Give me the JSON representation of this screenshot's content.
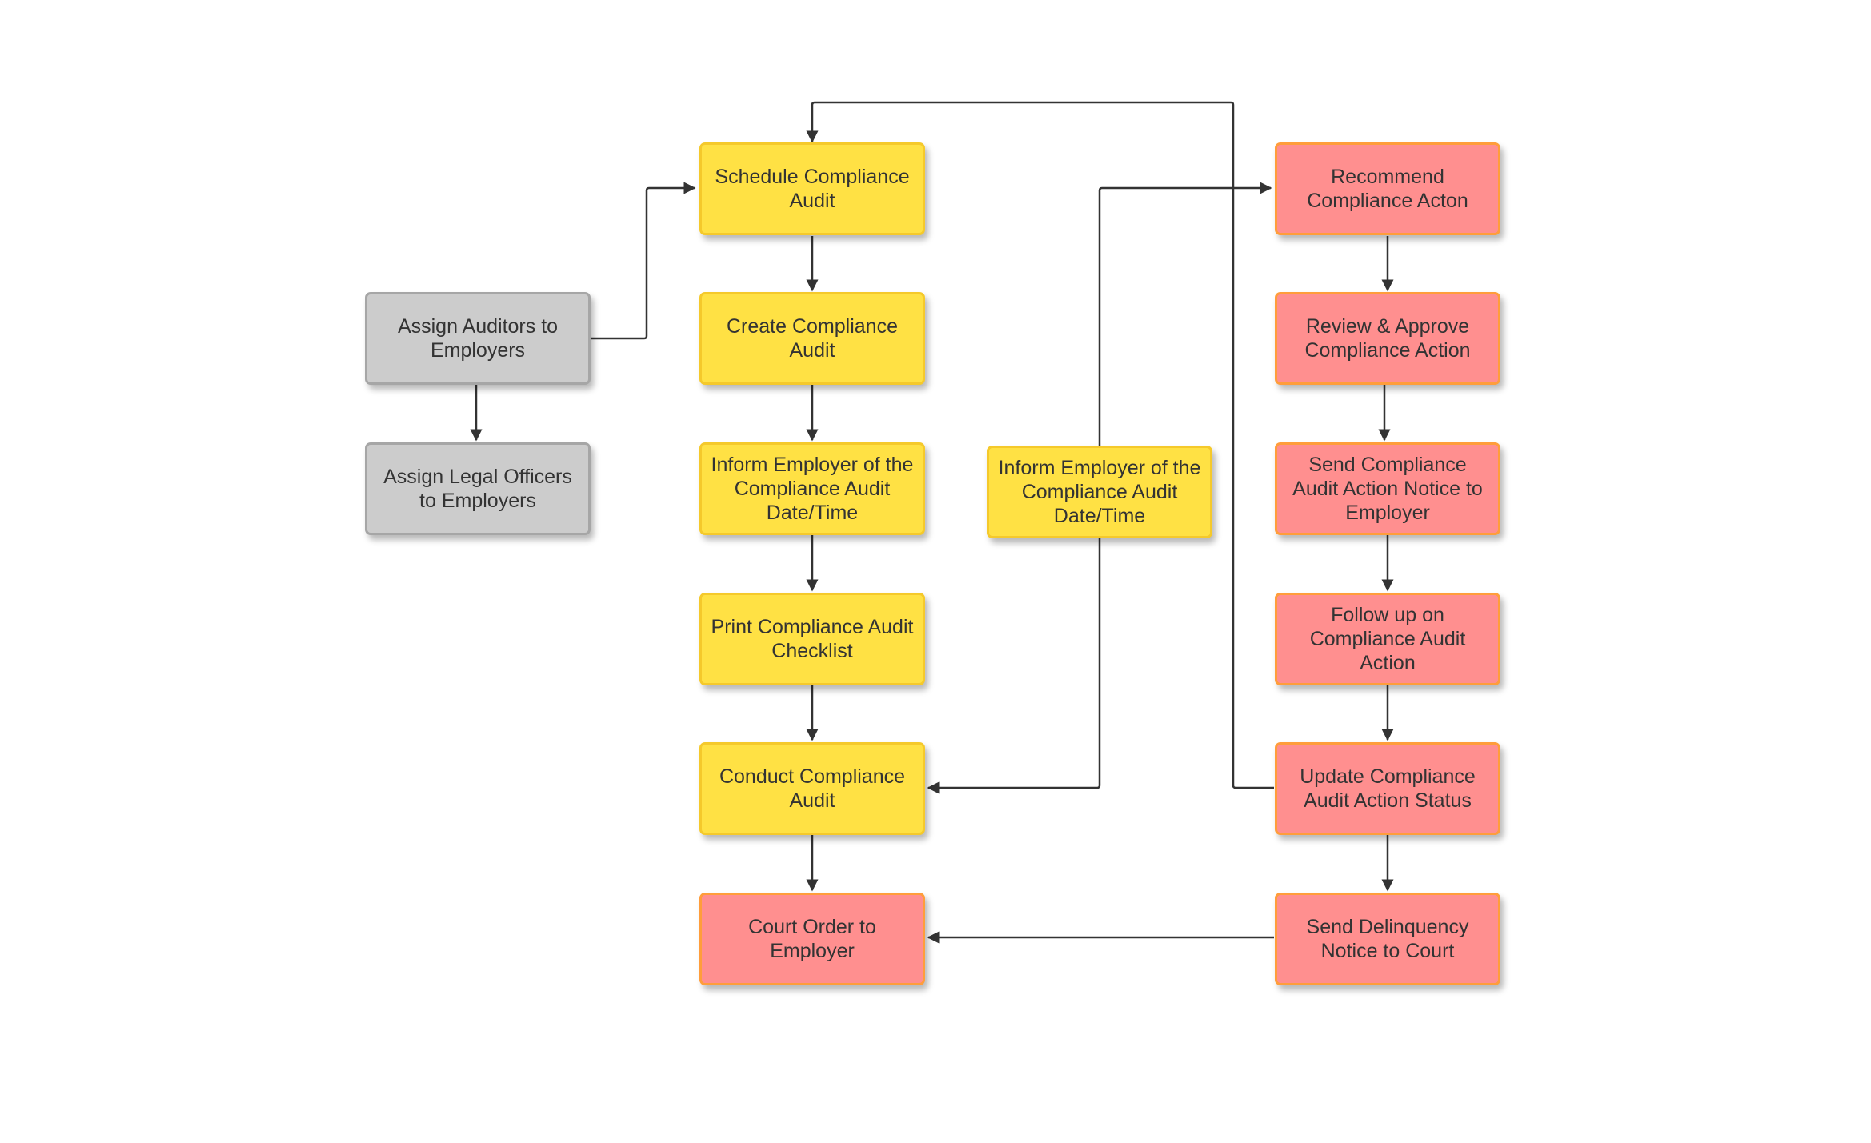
{
  "colors": {
    "gray_fill": "#cccccc",
    "yellow_fill": "#ffe144",
    "red_fill": "#ff8f8f",
    "connector": "#333333"
  },
  "nodes": {
    "assign_auditors": "Assign Auditors to Employers",
    "assign_legal": "Assign Legal Officers to Employers",
    "schedule_audit": "Schedule Compliance Audit",
    "create_audit": "Create Compliance Audit",
    "inform_employer_1": "Inform Employer of the Compliance Audit Date/Time",
    "print_checklist": "Print Compliance Audit Checklist",
    "conduct_audit": "Conduct Compliance Audit",
    "court_order": "Court Order to Employer",
    "inform_employer_2": "Inform Employer of the Compliance Audit Date/Time",
    "recommend_action": "Recommend Compliance Acton",
    "review_approve": "Review & Approve Compliance Action",
    "send_action_notice": "Send Compliance Audit Action Notice to Employer",
    "follow_up": "Follow up on Compliance Audit Action",
    "update_status": "Update Compliance Audit Action Status",
    "send_delinquency": "Send Delinquency Notice to Court"
  }
}
